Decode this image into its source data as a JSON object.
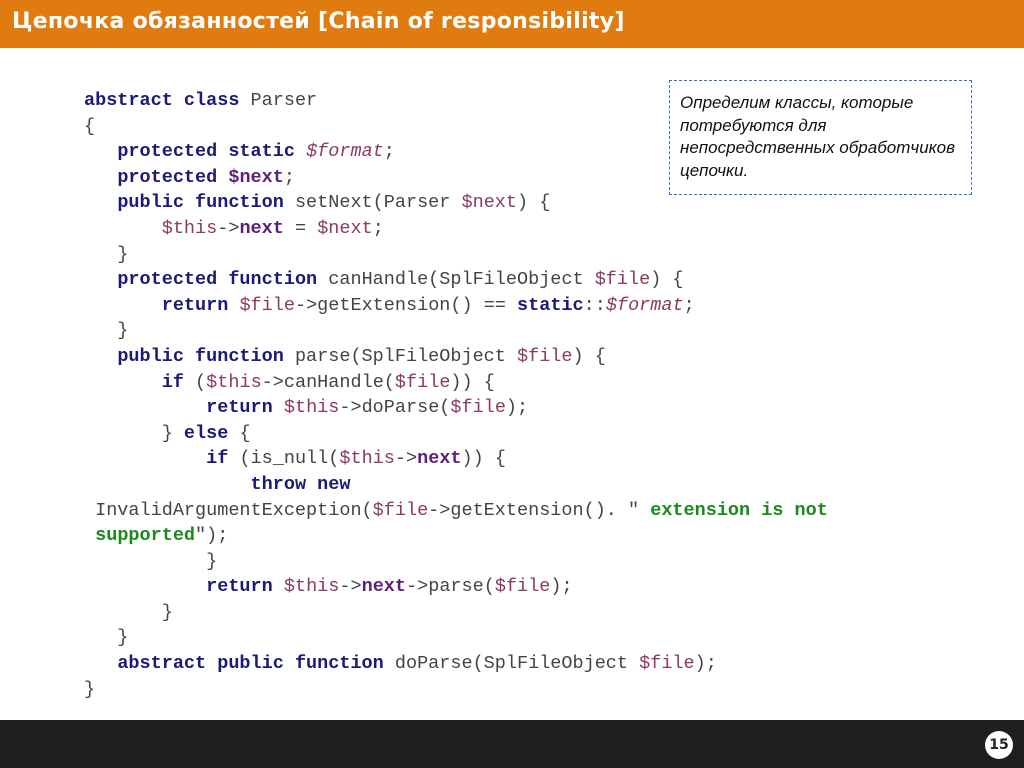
{
  "slide": {
    "title": "Цепочка обязанностей [Chain of responsibility]",
    "page_number": "15",
    "colors": {
      "header": "#e07b10",
      "footer": "#1f1f1f",
      "note_border": "#3a6fc4"
    }
  },
  "note": {
    "text": "Определим классы, которые потребуются для непосредственных обработчиков цепочки."
  },
  "code": {
    "language": "php",
    "lines": [
      [
        [
          "abstract class",
          "kw"
        ],
        [
          " Parser",
          ""
        ]
      ],
      [
        [
          "{",
          ""
        ]
      ],
      [
        [
          "   ",
          ""
        ],
        [
          "protected static",
          "kw"
        ],
        [
          " ",
          ""
        ],
        [
          "$format",
          "it"
        ],
        [
          ";",
          ""
        ]
      ],
      [
        [
          "   ",
          ""
        ],
        [
          "protected",
          "kw"
        ],
        [
          " ",
          ""
        ],
        [
          "$next",
          "pr"
        ],
        [
          ";",
          ""
        ]
      ],
      [
        [
          "   ",
          ""
        ],
        [
          "public function",
          "kw"
        ],
        [
          " setNext(Parser ",
          ""
        ],
        [
          "$next",
          "vr"
        ],
        [
          ") {",
          ""
        ]
      ],
      [
        [
          "       ",
          ""
        ],
        [
          "$this",
          "vr"
        ],
        [
          "->",
          ""
        ],
        [
          "next",
          "pr"
        ],
        [
          " = ",
          ""
        ],
        [
          "$next",
          "vr"
        ],
        [
          ";",
          ""
        ]
      ],
      [
        [
          "   }",
          ""
        ]
      ],
      [
        [
          "   ",
          ""
        ],
        [
          "protected function",
          "kw"
        ],
        [
          " canHandle(SplFileObject ",
          ""
        ],
        [
          "$file",
          "vr"
        ],
        [
          ") {",
          ""
        ]
      ],
      [
        [
          "       ",
          ""
        ],
        [
          "return",
          "kw"
        ],
        [
          " ",
          ""
        ],
        [
          "$file",
          "vr"
        ],
        [
          "->getExtension() == ",
          ""
        ],
        [
          "static",
          "kw"
        ],
        [
          "::",
          ""
        ],
        [
          "$format",
          "it"
        ],
        [
          ";",
          ""
        ]
      ],
      [
        [
          "   }",
          ""
        ]
      ],
      [
        [
          "   ",
          ""
        ],
        [
          "public function",
          "kw"
        ],
        [
          " parse(SplFileObject ",
          ""
        ],
        [
          "$file",
          "vr"
        ],
        [
          ") {",
          ""
        ]
      ],
      [
        [
          "       ",
          ""
        ],
        [
          "if",
          "kw"
        ],
        [
          " (",
          ""
        ],
        [
          "$this",
          "vr"
        ],
        [
          "->canHandle(",
          ""
        ],
        [
          "$file",
          "vr"
        ],
        [
          ")) {",
          ""
        ]
      ],
      [
        [
          "           ",
          ""
        ],
        [
          "return",
          "kw"
        ],
        [
          " ",
          ""
        ],
        [
          "$this",
          "vr"
        ],
        [
          "->doParse(",
          ""
        ],
        [
          "$file",
          "vr"
        ],
        [
          ");",
          ""
        ]
      ],
      [
        [
          "       } ",
          ""
        ],
        [
          "else",
          "kw"
        ],
        [
          " {",
          ""
        ]
      ],
      [
        [
          "           ",
          ""
        ],
        [
          "if",
          "kw"
        ],
        [
          " (is_null(",
          ""
        ],
        [
          "$this",
          "vr"
        ],
        [
          "->",
          ""
        ],
        [
          "next",
          "pr"
        ],
        [
          ")) {",
          ""
        ]
      ],
      [
        [
          "               ",
          ""
        ],
        [
          "throw new",
          "kw"
        ]
      ],
      [
        [
          " InvalidArgumentException(",
          ""
        ],
        [
          "$file",
          "vr"
        ],
        [
          "->getExtension(). \"",
          ""
        ],
        [
          " extension is not",
          "st"
        ]
      ],
      [
        [
          " ",
          ""
        ],
        [
          "supported",
          "st"
        ],
        [
          "\");",
          ""
        ]
      ],
      [
        [
          "           }",
          ""
        ]
      ],
      [
        [
          "           ",
          ""
        ],
        [
          "return",
          "kw"
        ],
        [
          " ",
          ""
        ],
        [
          "$this",
          "vr"
        ],
        [
          "->",
          ""
        ],
        [
          "next",
          "pr"
        ],
        [
          "->parse(",
          ""
        ],
        [
          "$file",
          "vr"
        ],
        [
          ");",
          ""
        ]
      ],
      [
        [
          "       }",
          ""
        ]
      ],
      [
        [
          "   }",
          ""
        ]
      ],
      [
        [
          "   ",
          ""
        ],
        [
          "abstract public function",
          "kw"
        ],
        [
          " doParse(SplFileObject ",
          ""
        ],
        [
          "$file",
          "vr"
        ],
        [
          ");",
          ""
        ]
      ],
      [
        [
          "}",
          ""
        ]
      ]
    ]
  }
}
